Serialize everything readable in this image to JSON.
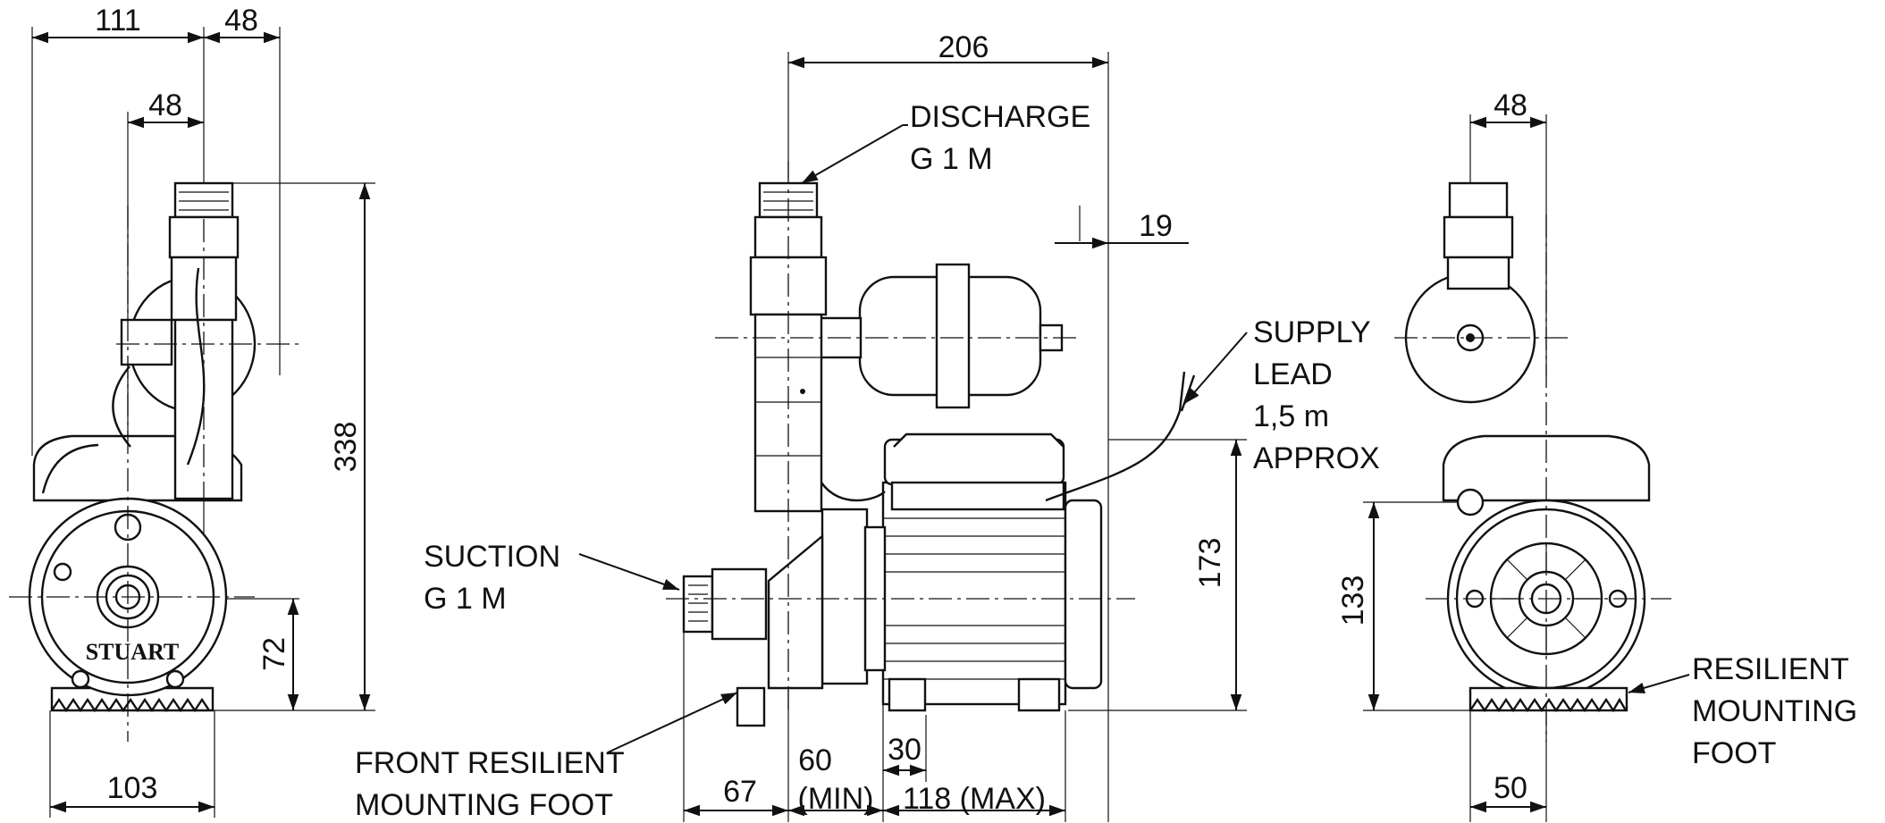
{
  "colors": {
    "ink": "#111111",
    "paper": "#ffffff"
  },
  "dimensions": {
    "left_width_111": "111",
    "left_48_top": "48",
    "left_48_inner": "48",
    "left_height_338": "338",
    "left_height_72": "72",
    "left_base_103": "103",
    "middle_length_206": "206",
    "middle_offset_19": "19",
    "middle_height_173": "173",
    "middle_67": "67",
    "middle_60": "60",
    "middle_min": "(MIN)",
    "middle_30": "30",
    "middle_118_max": "118 (MAX)",
    "right_48": "48",
    "right_height_133": "133",
    "right_base_50": "50"
  },
  "callouts": {
    "discharge": [
      "DISCHARGE",
      "G 1 M"
    ],
    "supply_lead": [
      "SUPPLY",
      "LEAD",
      "1,5 m",
      "APPROX"
    ],
    "suction": [
      "SUCTION",
      "G 1 M"
    ],
    "front_foot": [
      "FRONT RESILIENT",
      "MOUNTING FOOT"
    ],
    "resilient_foot": [
      "RESILIENT",
      "MOUNTING",
      "FOOT"
    ]
  },
  "brand_mark": "STUART"
}
